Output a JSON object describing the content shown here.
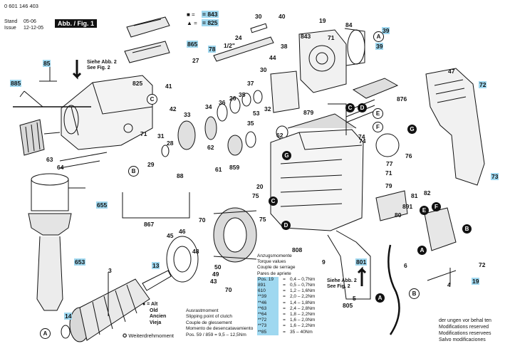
{
  "header": {
    "doc_number": "0 601 146 403",
    "stand_label": "Stand",
    "stand_value": "05-06",
    "issue_label": "Issue",
    "issue_value": "12-12-05",
    "fig_label": "Abb. / Fig. 1"
  },
  "callouts": [
    {
      "id": "c843",
      "label": "= 843",
      "hl": true
    },
    {
      "id": "c825",
      "label": "= 825",
      "hl": true
    },
    {
      "id": "c865",
      "label": "865",
      "hl": true
    },
    {
      "id": "c85",
      "label": "85",
      "hl": true
    },
    {
      "id": "c885",
      "label": "885",
      "hl": true
    },
    {
      "id": "c78",
      "label": "78",
      "hl": true
    },
    {
      "id": "c27",
      "label": "27",
      "hl": false
    },
    {
      "id": "c1_2",
      "label": "1/2\"",
      "hl": false
    },
    {
      "id": "c24",
      "label": "24",
      "hl": false
    },
    {
      "id": "c30a",
      "label": "30",
      "hl": false
    },
    {
      "id": "c40",
      "label": "40",
      "hl": false
    },
    {
      "id": "c38",
      "label": "38",
      "hl": false
    },
    {
      "id": "c19a",
      "label": "19",
      "hl": false
    },
    {
      "id": "c843b",
      "label": "843",
      "hl": false
    },
    {
      "id": "c71a",
      "label": "71",
      "hl": false
    },
    {
      "id": "c84",
      "label": "84",
      "hl": false
    },
    {
      "id": "c39a",
      "label": "39",
      "hl": true
    },
    {
      "id": "c39b",
      "label": "39",
      "hl": true
    },
    {
      "id": "c44",
      "label": "44",
      "hl": false
    },
    {
      "id": "c30b",
      "label": "30",
      "hl": false
    },
    {
      "id": "c825b",
      "label": "825",
      "hl": false
    },
    {
      "id": "c41",
      "label": "41",
      "hl": false
    },
    {
      "id": "c42",
      "label": "42",
      "hl": false
    },
    {
      "id": "c33",
      "label": "33",
      "hl": false
    },
    {
      "id": "c34",
      "label": "34",
      "hl": false
    },
    {
      "id": "c36",
      "label": "36",
      "hl": false
    },
    {
      "id": "c26",
      "label": "26",
      "hl": false
    },
    {
      "id": "c35a",
      "label": "35",
      "hl": false
    },
    {
      "id": "c37",
      "label": "37",
      "hl": false
    },
    {
      "id": "c53",
      "label": "53",
      "hl": false
    },
    {
      "id": "c32",
      "label": "32",
      "hl": false
    },
    {
      "id": "c35b",
      "label": "35",
      "hl": false
    },
    {
      "id": "c62a",
      "label": "62",
      "hl": false
    },
    {
      "id": "c62b",
      "label": "62",
      "hl": false
    },
    {
      "id": "c879",
      "label": "879",
      "hl": false
    },
    {
      "id": "c876",
      "label": "876",
      "hl": false
    },
    {
      "id": "c47",
      "label": "47",
      "hl": false
    },
    {
      "id": "c72a",
      "label": "72",
      "hl": true
    },
    {
      "id": "c71b",
      "label": "71",
      "hl": false
    },
    {
      "id": "c31",
      "label": "31",
      "hl": false
    },
    {
      "id": "c28",
      "label": "28",
      "hl": false
    },
    {
      "id": "c29",
      "label": "29",
      "hl": false
    },
    {
      "id": "c61",
      "label": "61",
      "hl": false
    },
    {
      "id": "c859",
      "label": "859",
      "hl": false
    },
    {
      "id": "c63",
      "label": "63",
      "hl": false
    },
    {
      "id": "c64",
      "label": "64",
      "hl": false
    },
    {
      "id": "c74a",
      "label": "74",
      "hl": false
    },
    {
      "id": "c76",
      "label": "76",
      "hl": false
    },
    {
      "id": "c73",
      "label": "73",
      "hl": true
    },
    {
      "id": "c88",
      "label": "88",
      "hl": false
    },
    {
      "id": "c20",
      "label": "20",
      "hl": false
    },
    {
      "id": "c75a",
      "label": "75",
      "hl": false
    },
    {
      "id": "c75b",
      "label": "75",
      "hl": false
    },
    {
      "id": "c655",
      "label": "655",
      "hl": true
    },
    {
      "id": "c77",
      "label": "77",
      "hl": false
    },
    {
      "id": "c71c",
      "label": "71",
      "hl": false
    },
    {
      "id": "c79",
      "label": "79",
      "hl": false
    },
    {
      "id": "c82",
      "label": "82",
      "hl": false
    },
    {
      "id": "c81",
      "label": "81",
      "hl": false
    },
    {
      "id": "c80",
      "label": "80",
      "hl": false
    },
    {
      "id": "c891",
      "label": "891",
      "hl": false
    },
    {
      "id": "c867",
      "label": "867",
      "hl": false
    },
    {
      "id": "c70a",
      "label": "70",
      "hl": false
    },
    {
      "id": "c45",
      "label": "45",
      "hl": false
    },
    {
      "id": "c46",
      "label": "46",
      "hl": false
    },
    {
      "id": "c48",
      "label": "48",
      "hl": false
    },
    {
      "id": "c808",
      "label": "808",
      "hl": false
    },
    {
      "id": "c9",
      "label": "9",
      "hl": false
    },
    {
      "id": "c653",
      "label": "653",
      "hl": true
    },
    {
      "id": "c3",
      "label": "3",
      "hl": false
    },
    {
      "id": "c13",
      "label": "13",
      "hl": true
    },
    {
      "id": "c50",
      "label": "50",
      "hl": false
    },
    {
      "id": "c49",
      "label": "49",
      "hl": false
    },
    {
      "id": "c43",
      "label": "43",
      "hl": false
    },
    {
      "id": "c70b",
      "label": "70",
      "hl": false
    },
    {
      "id": "c801",
      "label": "801",
      "hl": true
    },
    {
      "id": "c6",
      "label": "6",
      "hl": false
    },
    {
      "id": "c4",
      "label": "4",
      "hl": false
    },
    {
      "id": "c19b",
      "label": "19",
      "hl": true
    },
    {
      "id": "c72b",
      "label": "72",
      "hl": false
    },
    {
      "id": "c5",
      "label": "5",
      "hl": false
    },
    {
      "id": "c805",
      "label": "805",
      "hl": false
    },
    {
      "id": "c14",
      "label": "14",
      "hl": true
    },
    {
      "id": "c74b",
      "label": "74",
      "hl": false
    }
  ],
  "symbols": {
    "square_eq": "■ =",
    "triangle_eq": "▲ ="
  },
  "notes": {
    "siehe1": "Siehe Abb. 2",
    "see1": "See Fig. 2",
    "siehe2": "Siehe Abb. 2",
    "see2": "See Fig. 2"
  },
  "torque": {
    "title": [
      "Anzugsmomente",
      "Torque values",
      "Couple de serrage",
      "Pares de apriete"
    ],
    "rows": [
      {
        "pos": "Pos.  19",
        "eq": "=",
        "val": "0,4 – 0,7Nm",
        "hl": true
      },
      {
        "pos": "891",
        "eq": "=",
        "val": "0,5 – 0,7Nm",
        "hl": true
      },
      {
        "pos": "610",
        "eq": "=",
        "val": "1,2 – 1,6Nm",
        "hl": true
      },
      {
        "pos": "**39",
        "eq": "=",
        "val": "2,0 – 2,2Nm",
        "hl": true
      },
      {
        "pos": "**46",
        "eq": "=",
        "val": "1,4 – 1,8Nm",
        "hl": true
      },
      {
        "pos": "**63",
        "eq": "=",
        "val": "2,4 – 2,8Nm",
        "hl": true
      },
      {
        "pos": "**64",
        "eq": "=",
        "val": "1,8 – 2,2Nm",
        "hl": true
      },
      {
        "pos": "**72",
        "eq": "=",
        "val": "1,6 – 2,0Nm",
        "hl": true
      },
      {
        "pos": "**73",
        "eq": "=",
        "val": "1,6 – 2,2Nm",
        "hl": true
      },
      {
        "pos": "**85",
        "eq": "=",
        "val": "35 – 40Nm",
        "hl": true
      }
    ]
  },
  "clutch": {
    "lines": [
      "Ausrastmoment",
      "Slipping point of clutch",
      "Couple de glessement",
      "Momento de desencatavamiento"
    ],
    "pos_line": "Pos.  59 / 859  =  9,5 – 12,5Nm"
  },
  "legend_old": {
    "items": [
      "● = Alt",
      "Old",
      "Ancien",
      "Vieja"
    ]
  },
  "legend_modified": {
    "items": [
      "der ungen  vor behal ten",
      "Modifications reserved",
      "Modifications reservees",
      "Salvo modificaciones"
    ]
  },
  "weiterdreh": "✪  Weiterdrehmoment",
  "letters": {
    "A": "A",
    "B": "B",
    "C": "C",
    "D": "D",
    "E": "E",
    "F": "F",
    "G": "G"
  }
}
